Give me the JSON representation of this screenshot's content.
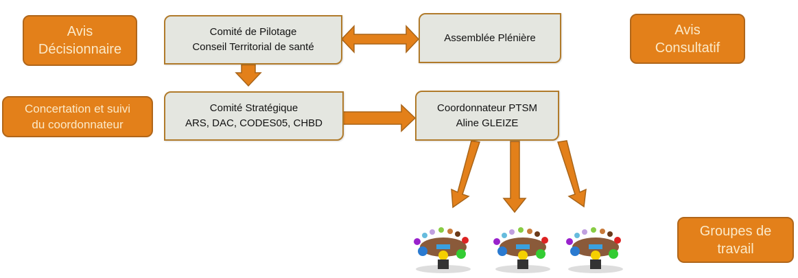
{
  "labels": {
    "avis_decisionnaire": [
      "Avis",
      "Décisionnaire"
    ],
    "avis_consultatif": [
      "Avis",
      "Consultatif"
    ],
    "concertation": [
      "Concertation et suivi",
      "du coordonnateur"
    ],
    "groupes": [
      "Groupes de",
      "travail"
    ]
  },
  "boxes": {
    "pilotage": [
      "Comité de Pilotage",
      "Conseil Territorial de santé"
    ],
    "pleniere": [
      "Assemblée Plénière"
    ],
    "strategique": [
      "Comité Stratégique",
      "ARS, DAC, CODES05, CHBD"
    ],
    "coordonnateur": [
      "Coordonnateur PTSM",
      "Aline GLEIZE"
    ]
  },
  "icons": {
    "meeting": "round-table-meeting-icon"
  },
  "colors": {
    "orange": "#e3801a",
    "box_fill": "#e4e6e0",
    "border": "#b07a2a"
  }
}
